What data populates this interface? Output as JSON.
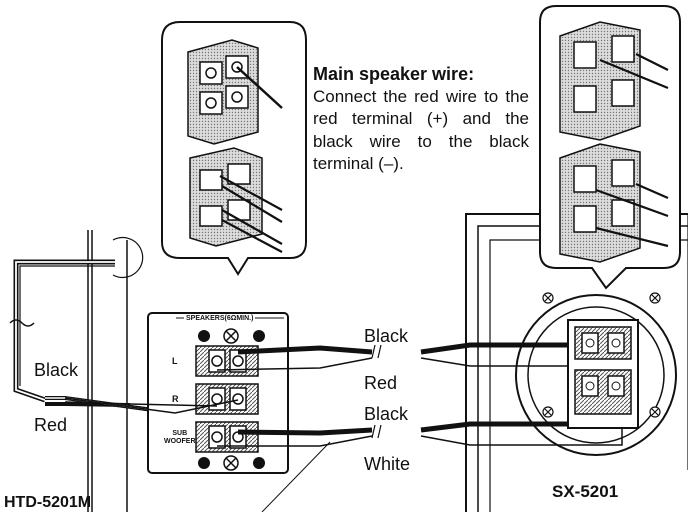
{
  "callout": {
    "title": "Main speaker wire:",
    "text": "Connect the red wire to the red terminal (+) and the black wire to the black terminal (–)."
  },
  "panel": {
    "header": "SPEAKERS(6ΩMIN.)",
    "row_l": "L",
    "row_r": "R",
    "row_sub": "SUB\nWOOFER"
  },
  "wires": {
    "black_top": "Black",
    "red_top": "Red",
    "black_mid": "Black",
    "white_bottom": "White",
    "left_black": "Black",
    "left_red": "Red"
  },
  "models": {
    "receiver": "HTD-5201M",
    "speaker": "SX-5201"
  }
}
